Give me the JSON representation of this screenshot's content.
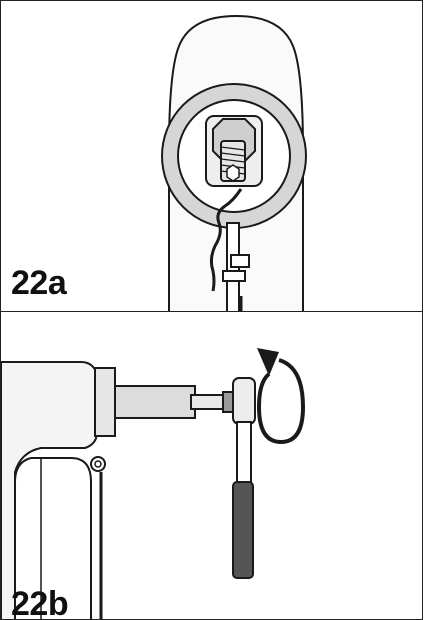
{
  "figures": [
    {
      "id": "a",
      "label": "22a"
    },
    {
      "id": "b",
      "label": "22b"
    }
  ],
  "colors": {
    "line": "#1a1a1a",
    "metal_light": "#e9e9e9",
    "metal_mid": "#cfcfcf",
    "metal_dark": "#9a9a9a",
    "grip": "#555555"
  },
  "icons": {
    "rotation": "clockwise-rotation-arrow-icon"
  }
}
